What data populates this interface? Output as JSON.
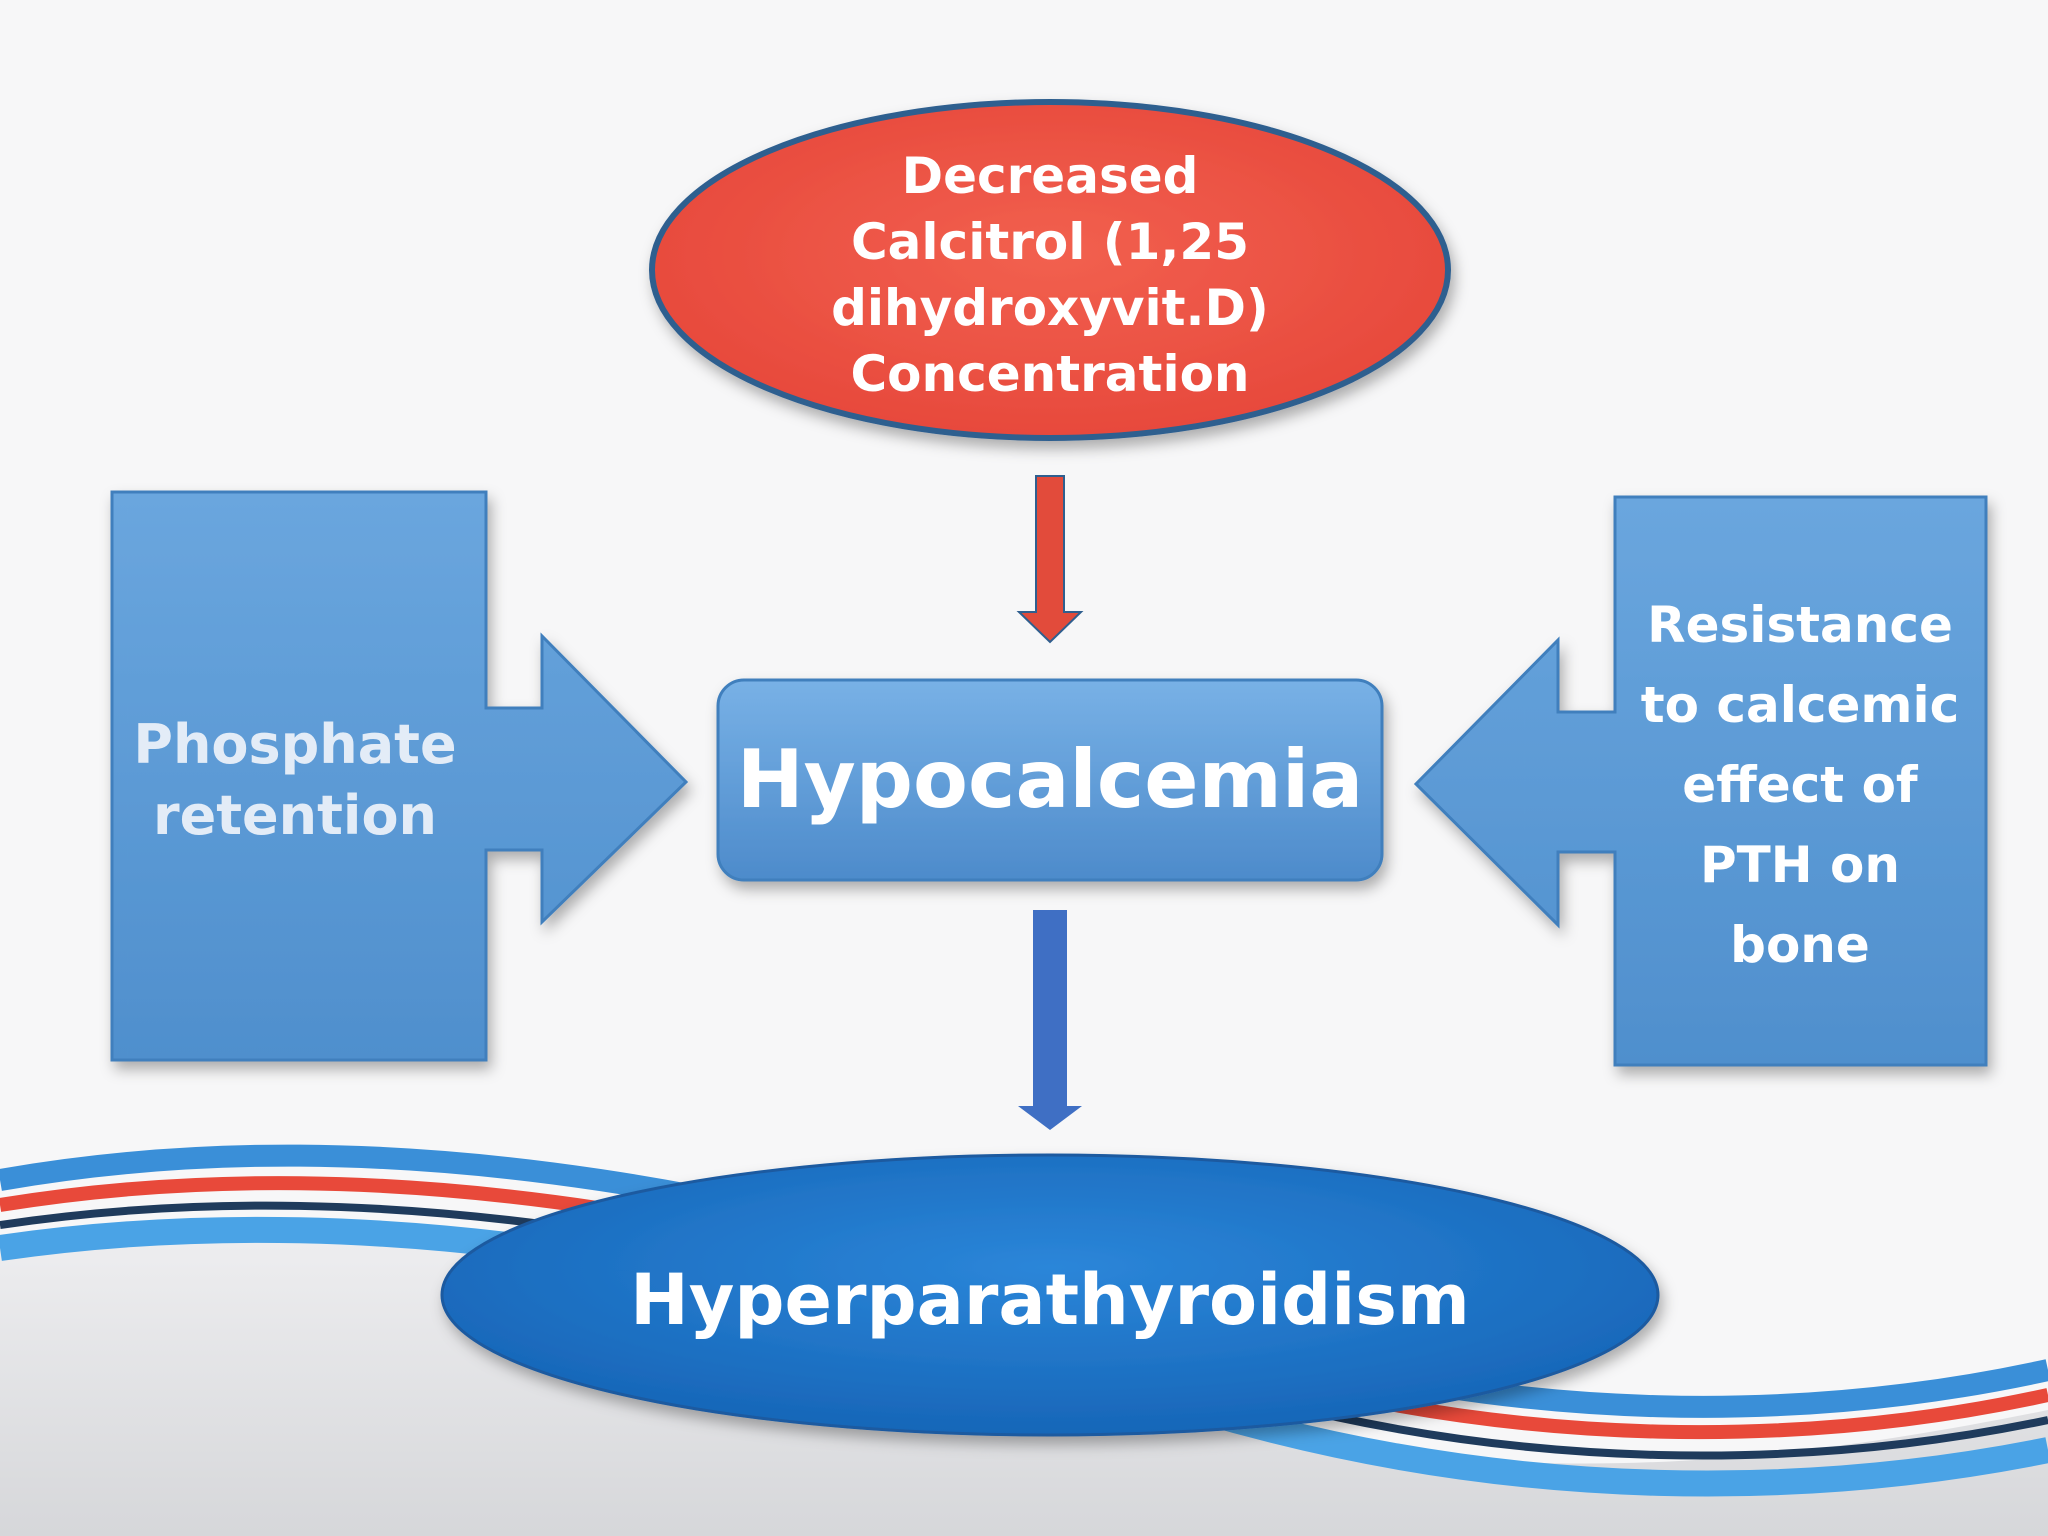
{
  "diagram": {
    "top_node": {
      "label": "Decreased\nCalcitrol (1,25\ndihydroxyvit.D)\nConcentration",
      "color": "#f05545"
    },
    "left_node": {
      "label": "Phosphate\nretention"
    },
    "right_node": {
      "label": "Resistance\nto calcemic\neffect of\nPTH on\nbone"
    },
    "center_node": {
      "label": "Hypocalcemia"
    },
    "bottom_node": {
      "label": "Hyperparathyroidism"
    },
    "colors": {
      "box_blue": "#5b9bd5",
      "ellipse_blue": "#1f73c7",
      "arrow_red": "#e24b3b",
      "arrow_blue": "#3f6fc4",
      "wave_red": "#e8493a",
      "wave_blue": "#3a8fd8",
      "wave_navy": "#1f3b5c"
    }
  }
}
